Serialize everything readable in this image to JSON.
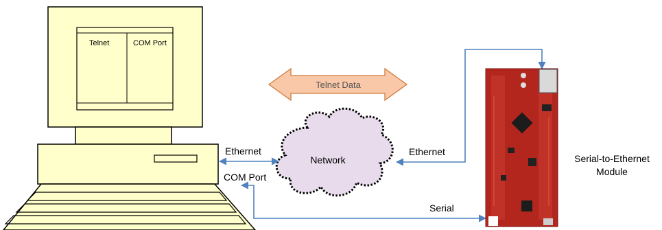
{
  "colors": {
    "computer_fill": "#ffffcc",
    "computer_stroke": "#000000",
    "cloud_fill": "#e8dcec",
    "arrow_fill": "#f9c8a8",
    "arrow_stroke": "#d07a3a",
    "link_line": "#4f81bd",
    "board_red": "#b3261e"
  },
  "icons": [
    "computer-icon",
    "network-cloud-icon",
    "board-icon"
  ],
  "monitor": {
    "telnet_label": "Telnet",
    "com_port_label": "COM Port"
  },
  "telnet_data_label": "Telnet Data",
  "network_label": "Network",
  "links": {
    "pc_ethernet_label": "Ethernet",
    "pc_com_port_label": "COM Port",
    "module_ethernet_label": "Ethernet",
    "serial_label": "Serial"
  },
  "module": {
    "label_line1": "Serial-to-Ethernet",
    "label_line2": "Module"
  }
}
